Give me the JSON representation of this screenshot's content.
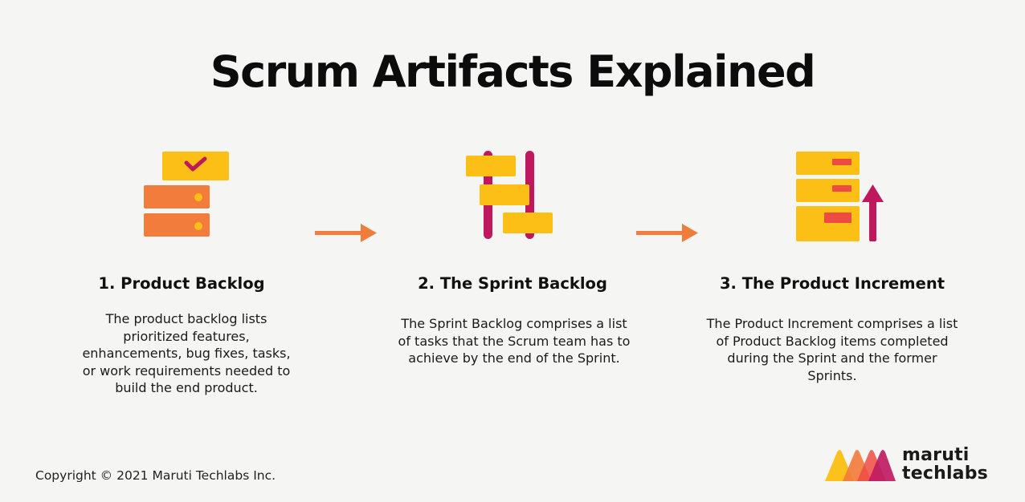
{
  "title": "Scrum Artifacts Explained",
  "steps": [
    {
      "title": "1. Product Backlog",
      "description": "The product backlog lists prioritized features, enhancements, bug fixes, tasks, or work requirements needed to build the end product.",
      "icon": "product-backlog-icon"
    },
    {
      "title": "2. The Sprint Backlog",
      "description": "The Sprint Backlog comprises a list of tasks that the Scrum team has to achieve by the end of the Sprint.",
      "icon": "sprint-backlog-icon"
    },
    {
      "title": "3. The Product Increment",
      "description": "The Product Increment comprises a list of Product Backlog items completed during the Sprint and the former Sprints.",
      "icon": "product-increment-icon"
    }
  ],
  "footer": {
    "copyright": "Copyright © 2021 Maruti Techlabs Inc.",
    "logo_line1": "maruti",
    "logo_line2": "techlabs"
  },
  "colors": {
    "yellow": "#fbbf16",
    "orange": "#f27c3c",
    "magenta": "#c0185f",
    "red": "#ee4b43",
    "arrow": "#f27c3c"
  }
}
